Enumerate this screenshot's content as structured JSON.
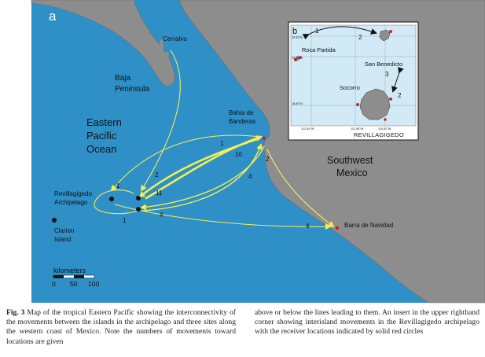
{
  "panel_a": "a",
  "panel_b": "b",
  "labels": {
    "cerralvo": "Cerralvo",
    "baja": "Baja",
    "peninsula": "Peninsula",
    "eastern": "Eastern",
    "pacific": "Pacific",
    "ocean": "Ocean",
    "bahia1": "Bahia de",
    "bahia2": "Banderas",
    "southwest": "Southwest",
    "mexico": "Mexico",
    "revilla1": "Revillagigedo",
    "revilla2": "Archipelago",
    "clarion1": "Clarion",
    "clarion2": "Island",
    "barra": "Barra de Navidad",
    "scale_title": "kilometers",
    "scale_0": "0",
    "scale_50": "50",
    "scale_100": "100"
  },
  "movement_counts": {
    "cerralvo_to_revilla": "2",
    "bahia_to_revilla_upper": "1",
    "bahia_to_revilla_thick": "10",
    "revilla_to_bahia": "11",
    "coast_count": "2",
    "bahia_to_lower": "4",
    "to_revilla_lower": "4",
    "left_loop": "1",
    "revilla_to_barra": "1",
    "barra": "4"
  },
  "inset": {
    "lat1": "19.32°N",
    "lat2": "19.00°N",
    "lat3": "18.80°N",
    "lon1": "112.04°W",
    "lon2": "111.06°W",
    "lon3": "110.82°W",
    "roca": "Roca Partida",
    "benedicto": "San Benedicto",
    "socorro": "Socorro",
    "title": "REVILLAGIGEDO",
    "n1": "1",
    "n2": "2",
    "n3": "3",
    "n4": "2"
  },
  "caption": {
    "fig": "Fig. 3",
    "left": "Map of the tropical Eastern Pacific showing the interconnectivity of the movements between the islands in the archipelago and three sites along the western coast of Mexico. Note the numbers of movements toward locations are given",
    "right": "above or below the lines leading to them. An insert in the upper righthand corner showing interisland movements in the Revillagigedo archipelago with the receiver locations indicated by solid red circles"
  },
  "colors": {
    "ocean": "#2f8fc7",
    "land": "#8d8d8d",
    "arrow": "#f3ee55",
    "receiver": "#cc2222"
  }
}
